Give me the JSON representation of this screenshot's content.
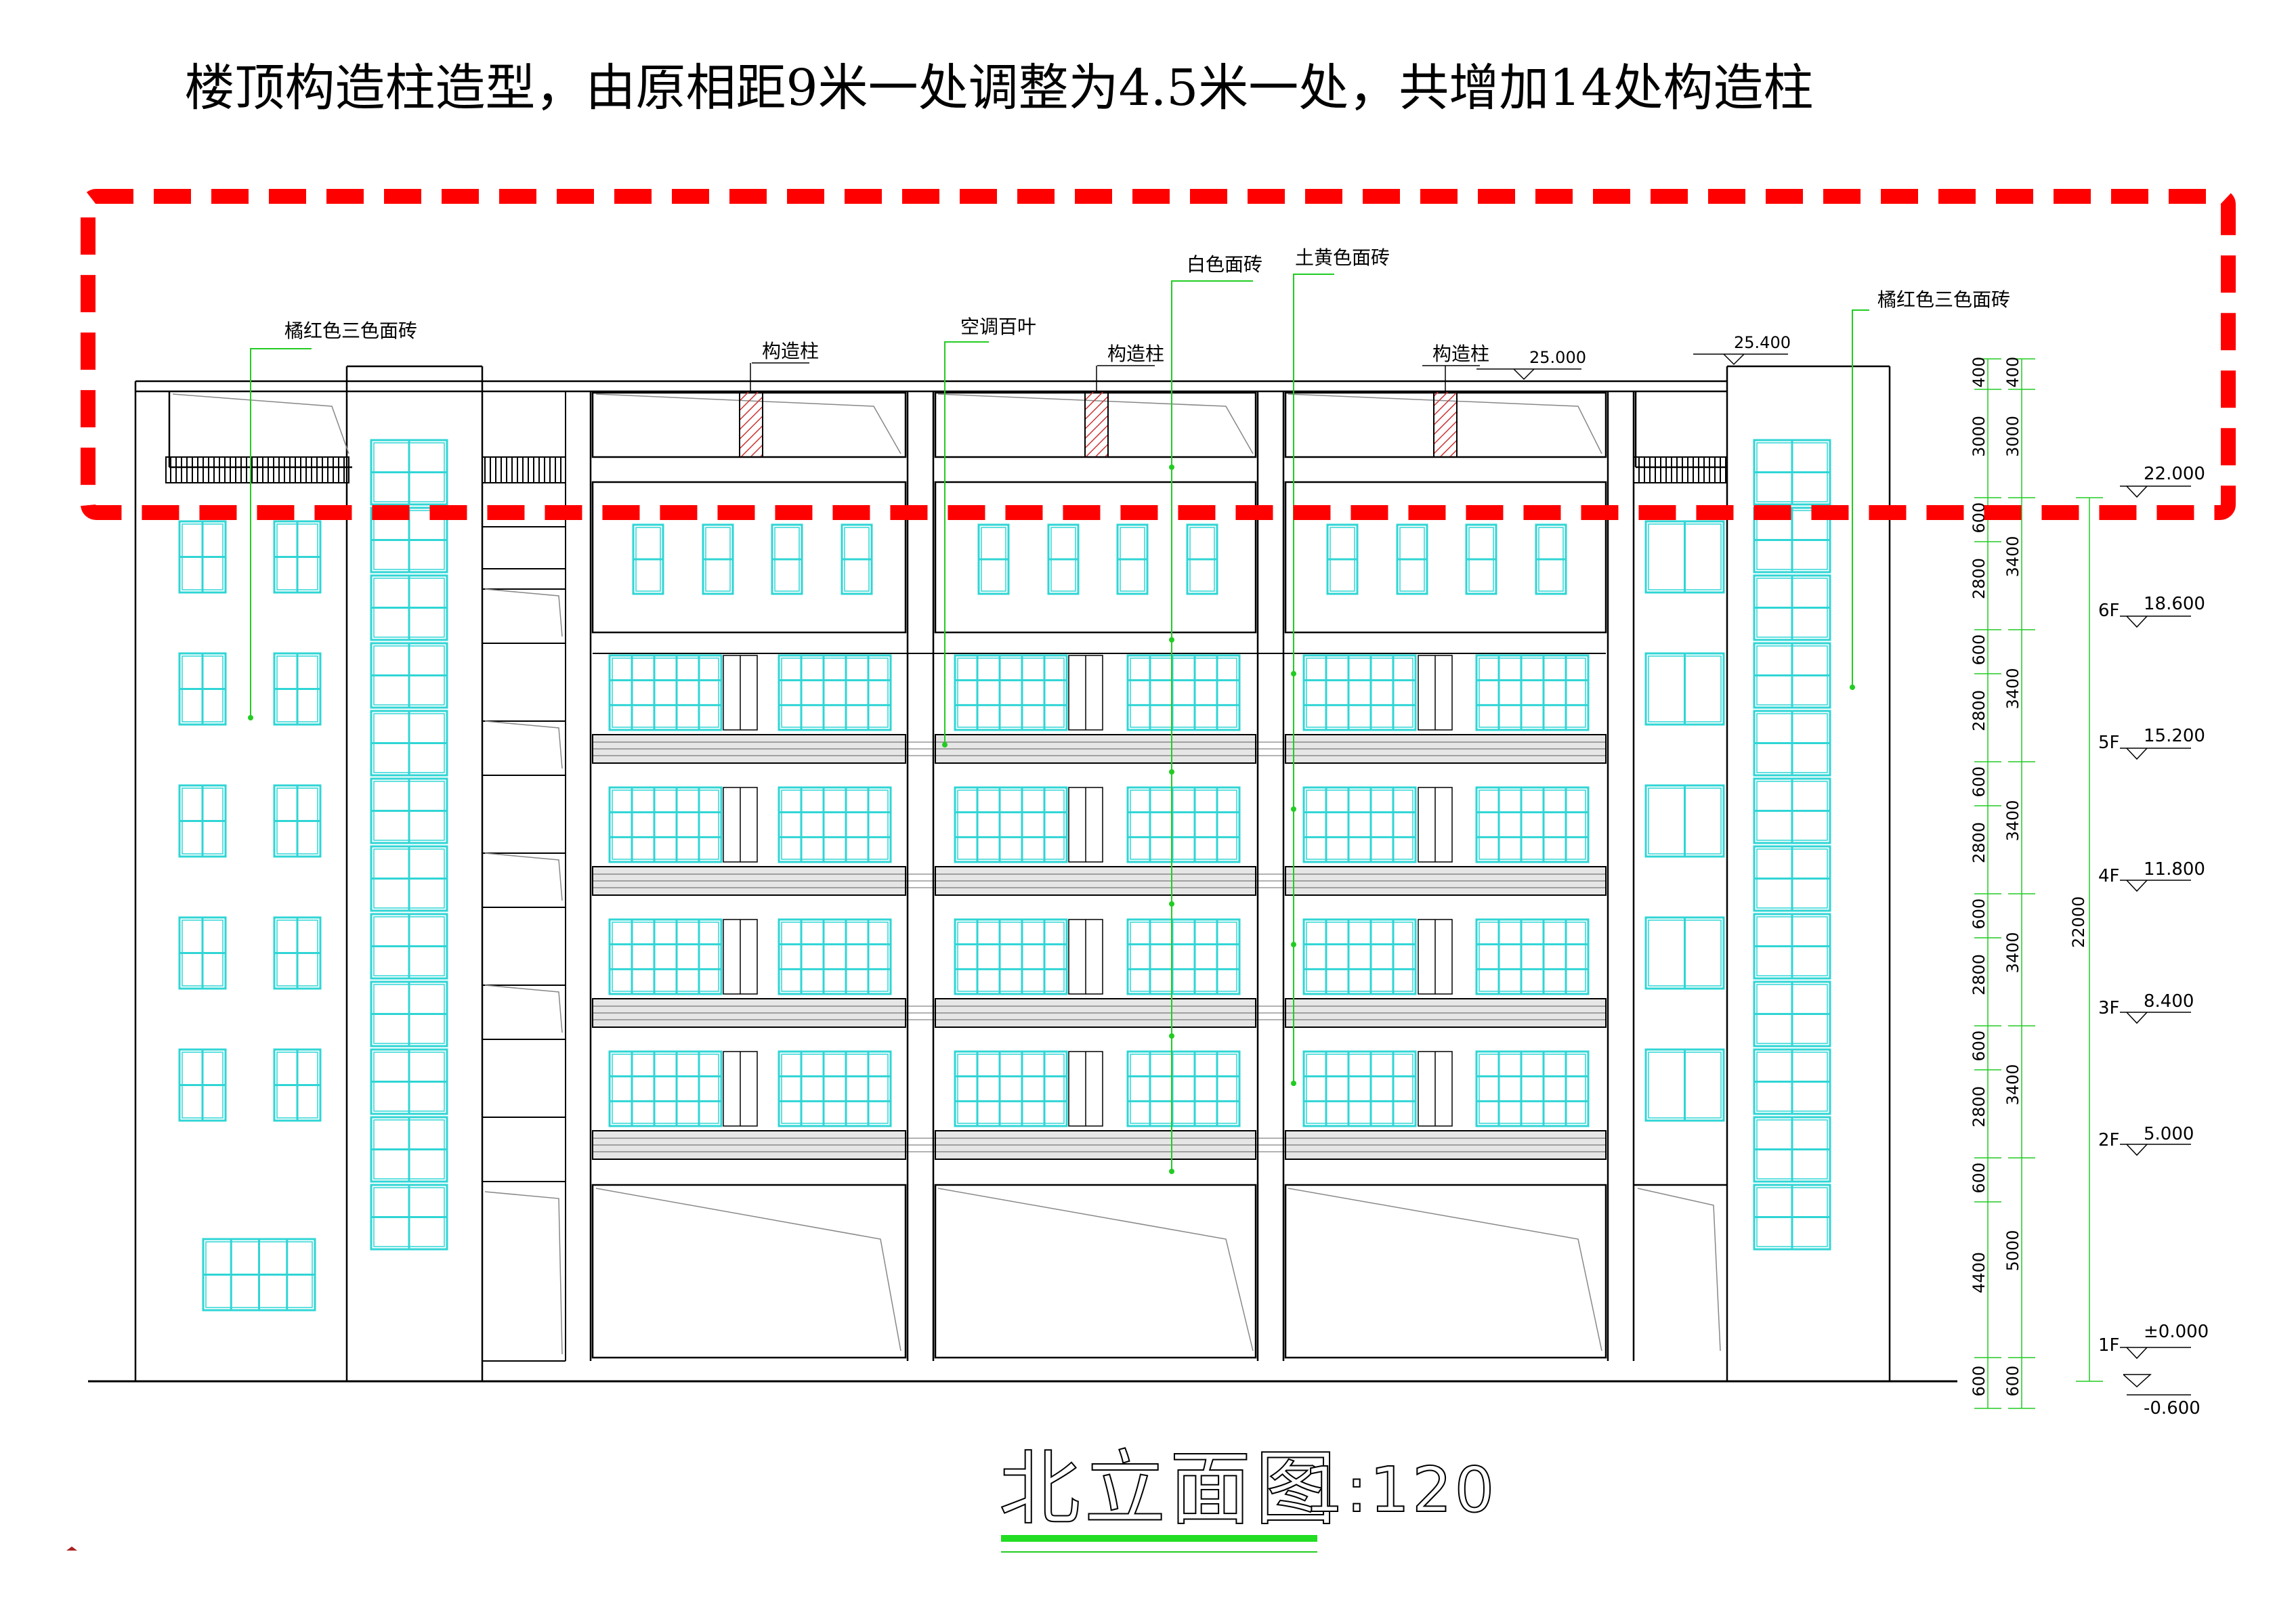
{
  "headline": "楼顶构造柱造型，由原相距9米一处调整为4.5米一处，共增加14处构造柱",
  "drawing_title": "北立面图",
  "drawing_scale": "1:120",
  "callouts": {
    "orange_red_left": "橘红色三色面砖",
    "orange_red_right": "橘红色三色面砖",
    "white_tile": "白色面砖",
    "earth_yellow_tile": "土黄色面砖",
    "ac_louver": "空调百叶",
    "column_1": "构造柱",
    "column_2": "构造柱",
    "column_3": "构造柱"
  },
  "elevations": {
    "roof_a": "25.400",
    "roof_b": "25.000",
    "parapet": "22.000",
    "f6": "18.600",
    "f5": "15.200",
    "f4": "11.800",
    "f3": "8.400",
    "f2": "5.000",
    "f1": "±0.000",
    "ground": "-0.600"
  },
  "floors": {
    "f6": "6F",
    "f5": "5F",
    "f4": "4F",
    "f3": "3F",
    "f2": "2F",
    "f1": "1F"
  },
  "dimensions_outer": [
    "400",
    "3000",
    "600",
    "2800",
    "600",
    "2800",
    "600",
    "2800",
    "600",
    "2800",
    "600",
    "2800",
    "600",
    "4400",
    "600"
  ],
  "dimensions_inner": [
    "400",
    "3000",
    "3400",
    "3400",
    "3400",
    "3400",
    "3400",
    "5000",
    "600"
  ],
  "dimension_total": "22000",
  "colors": {
    "line": "#000000",
    "window": "#30d5d5",
    "leader": "#22cc22",
    "highlight": "#ff0000",
    "underline": "#22dd22",
    "column_hatch": "#cc3333"
  }
}
